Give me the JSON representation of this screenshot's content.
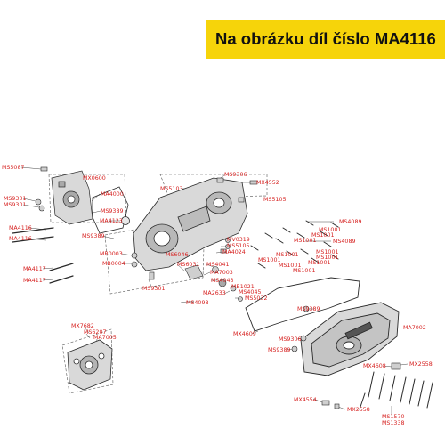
{
  "banner": {
    "text": "Na obrázku díl číslo MA4116",
    "bg": "#f6d40a",
    "color": "#111111"
  },
  "colors": {
    "label": "#d6201f",
    "line": "#2a2a2a",
    "part_fill": "#d9d9d9",
    "part_fill_dark": "#a9a9a9"
  },
  "labels": [
    {
      "name": "MS5087",
      "text": "MS5087"
    },
    {
      "name": "MX0600",
      "text": "MX0600"
    },
    {
      "name": "MS9301-a",
      "text": "MS9301"
    },
    {
      "name": "MS9301-b",
      "text": "MS9301"
    },
    {
      "name": "MA4116-a",
      "text": "MA4116"
    },
    {
      "name": "MA4116-b",
      "text": "MA4116"
    },
    {
      "name": "MA4117-a",
      "text": "MA4117"
    },
    {
      "name": "MA4117-b",
      "text": "MA4117"
    },
    {
      "name": "MA4000",
      "text": "MA4000"
    },
    {
      "name": "MS9389-a",
      "text": "MS9389"
    },
    {
      "name": "MA4123",
      "text": "MA4123"
    },
    {
      "name": "MS9389-b",
      "text": "MS9389"
    },
    {
      "name": "MS5103",
      "text": "MS5103"
    },
    {
      "name": "MS9306-a",
      "text": "MS9306"
    },
    {
      "name": "MX4552",
      "text": "MX4552"
    },
    {
      "name": "MS5105-a",
      "text": "MS5105"
    },
    {
      "name": "MS4089-a",
      "text": "MS4089"
    },
    {
      "name": "MS1001-a",
      "text": "MS1001"
    },
    {
      "name": "MS1001-b",
      "text": "MS1001"
    },
    {
      "name": "MS1001-c",
      "text": "MS1001"
    },
    {
      "name": "MS4089-b",
      "text": "MS4089"
    },
    {
      "name": "MV0319",
      "text": "MV0319"
    },
    {
      "name": "MS5105-b",
      "text": "MS5105"
    },
    {
      "name": "MA4024",
      "text": "MA4024"
    },
    {
      "name": "MS1001-d",
      "text": "MS1001"
    },
    {
      "name": "MS1001-e",
      "text": "MS1001"
    },
    {
      "name": "MS1001-f",
      "text": "MS1001"
    },
    {
      "name": "MS1001-g",
      "text": "MS1001"
    },
    {
      "name": "MS1001-h",
      "text": "MS1001"
    },
    {
      "name": "MS1001-i",
      "text": "MS1001"
    },
    {
      "name": "MS1001-j",
      "text": "MS1001"
    },
    {
      "name": "MB0003",
      "text": "MB0003"
    },
    {
      "name": "MS6046",
      "text": "MS6046"
    },
    {
      "name": "MB0004",
      "text": "MB0004"
    },
    {
      "name": "MS6031",
      "text": "MS6031"
    },
    {
      "name": "MS4041",
      "text": "MS4041"
    },
    {
      "name": "MA7003",
      "text": "MA7003"
    },
    {
      "name": "MS4043",
      "text": "MS4043"
    },
    {
      "name": "MB1021",
      "text": "MB1021"
    },
    {
      "name": "MA2633",
      "text": "MA2633"
    },
    {
      "name": "MS4045",
      "text": "MS4045"
    },
    {
      "name": "MS5032",
      "text": "MS5032"
    },
    {
      "name": "MS9301-c",
      "text": "MS9301"
    },
    {
      "name": "MS4098",
      "text": "MS4098"
    },
    {
      "name": "MS9389-c",
      "text": "MS9389"
    },
    {
      "name": "MX7682",
      "text": "MX7682"
    },
    {
      "name": "MS6207",
      "text": "MS6207"
    },
    {
      "name": "MA7005",
      "text": "MA7005"
    },
    {
      "name": "MA7002",
      "text": "MA7002"
    },
    {
      "name": "MX4609-a",
      "text": "MX4609"
    },
    {
      "name": "MS9306-b",
      "text": "MS9306"
    },
    {
      "name": "MS9389-d",
      "text": "MS9389"
    },
    {
      "name": "MX4608",
      "text": "MX4608"
    },
    {
      "name": "MX2558-a",
      "text": "MX2558"
    },
    {
      "name": "MX4554",
      "text": "MX4554"
    },
    {
      "name": "MX2558-b",
      "text": "MX2558"
    },
    {
      "name": "MS1570",
      "text": "MS1570"
    },
    {
      "name": "MS1338",
      "text": "MS1338"
    }
  ]
}
